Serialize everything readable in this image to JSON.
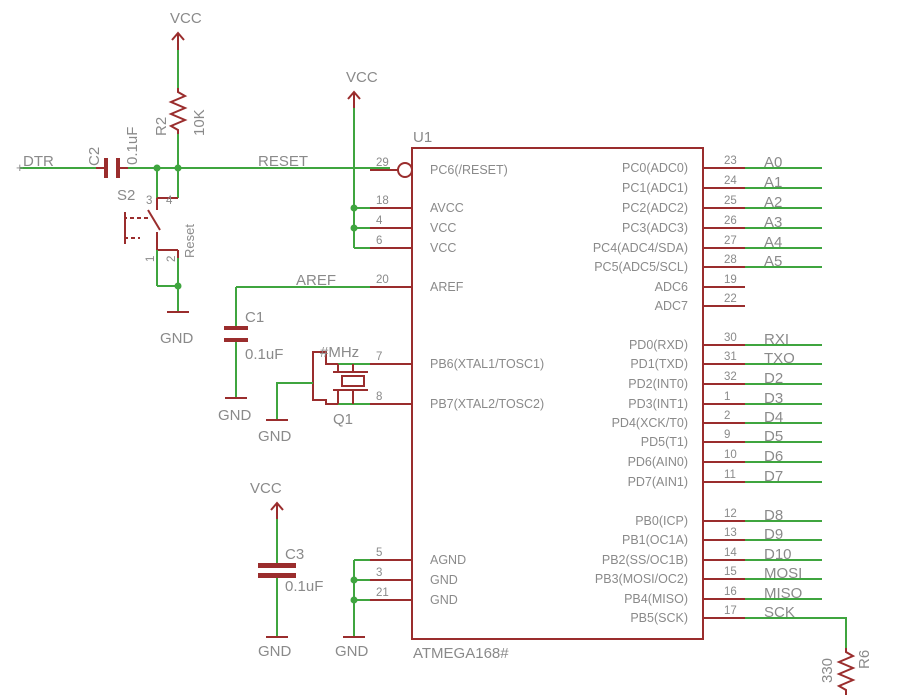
{
  "chip": {
    "ref": "U1",
    "value": "ATMEGA168#",
    "left_pins": [
      {
        "num": "29",
        "name": "PC6(/RESET)"
      },
      {
        "num": "18",
        "name": "AVCC"
      },
      {
        "num": "4",
        "name": "VCC"
      },
      {
        "num": "6",
        "name": "VCC"
      },
      {
        "num": "20",
        "name": "AREF"
      },
      {
        "num": "7",
        "name": "PB6(XTAL1/TOSC1)"
      },
      {
        "num": "8",
        "name": "PB7(XTAL2/TOSC2)"
      },
      {
        "num": "5",
        "name": "AGND"
      },
      {
        "num": "3",
        "name": "GND"
      },
      {
        "num": "21",
        "name": "GND"
      }
    ],
    "right_pins": [
      {
        "num": "23",
        "name": "PC0(ADC0)",
        "net": "A0"
      },
      {
        "num": "24",
        "name": "PC1(ADC1)",
        "net": "A1"
      },
      {
        "num": "25",
        "name": "PC2(ADC2)",
        "net": "A2"
      },
      {
        "num": "26",
        "name": "PC3(ADC3)",
        "net": "A3"
      },
      {
        "num": "27",
        "name": "PC4(ADC4/SDA)",
        "net": "A4"
      },
      {
        "num": "28",
        "name": "PC5(ADC5/SCL)",
        "net": "A5"
      },
      {
        "num": "19",
        "name": "ADC6",
        "net": ""
      },
      {
        "num": "22",
        "name": "ADC7",
        "net": ""
      },
      {
        "num": "30",
        "name": "PD0(RXD)",
        "net": "RXI"
      },
      {
        "num": "31",
        "name": "PD1(TXD)",
        "net": "TXO"
      },
      {
        "num": "32",
        "name": "PD2(INT0)",
        "net": "D2"
      },
      {
        "num": "1",
        "name": "PD3(INT1)",
        "net": "D3"
      },
      {
        "num": "2",
        "name": "PD4(XCK/T0)",
        "net": "D4"
      },
      {
        "num": "9",
        "name": "PD5(T1)",
        "net": "D5"
      },
      {
        "num": "10",
        "name": "PD6(AIN0)",
        "net": "D6"
      },
      {
        "num": "11",
        "name": "PD7(AIN1)",
        "net": "D7"
      },
      {
        "num": "12",
        "name": "PB0(ICP)",
        "net": "D8"
      },
      {
        "num": "13",
        "name": "PB1(OC1A)",
        "net": "D9"
      },
      {
        "num": "14",
        "name": "PB2(SS/OC1B)",
        "net": "D10"
      },
      {
        "num": "15",
        "name": "PB3(MOSI/OC2)",
        "net": "MOSI"
      },
      {
        "num": "16",
        "name": "PB4(MISO)",
        "net": "MISO"
      },
      {
        "num": "17",
        "name": "PB5(SCK)",
        "net": "SCK"
      }
    ]
  },
  "nets": {
    "dtr": "DTR",
    "reset": "RESET",
    "aref": "AREF"
  },
  "power": {
    "vcc_top": "VCC",
    "vcc_chip": "VCC",
    "vcc_c3": "VCC",
    "gnd_switch": "GND",
    "gnd_c1": "GND",
    "gnd_xtal": "GND",
    "gnd_c3": "GND",
    "gnd_chip": "GND"
  },
  "parts": {
    "c2": {
      "ref": "C2",
      "value": "0.1uF"
    },
    "r2": {
      "ref": "R2",
      "value": "10K"
    },
    "s2": {
      "ref": "S2",
      "value": "Reset",
      "pin_a": "3",
      "pin_b": "4",
      "pin_c": "1",
      "pin_d": "2"
    },
    "c1": {
      "ref": "C1",
      "value": "0.1uF"
    },
    "q1": {
      "ref": "Q1",
      "value": "#MHz"
    },
    "c3": {
      "ref": "C3",
      "value": "0.1uF"
    },
    "r6": {
      "ref": "R6",
      "value": "330"
    }
  },
  "colors": {
    "wire": "#3fa53f",
    "symbol": "#9a2d2d",
    "text": "#8a8a8a"
  }
}
